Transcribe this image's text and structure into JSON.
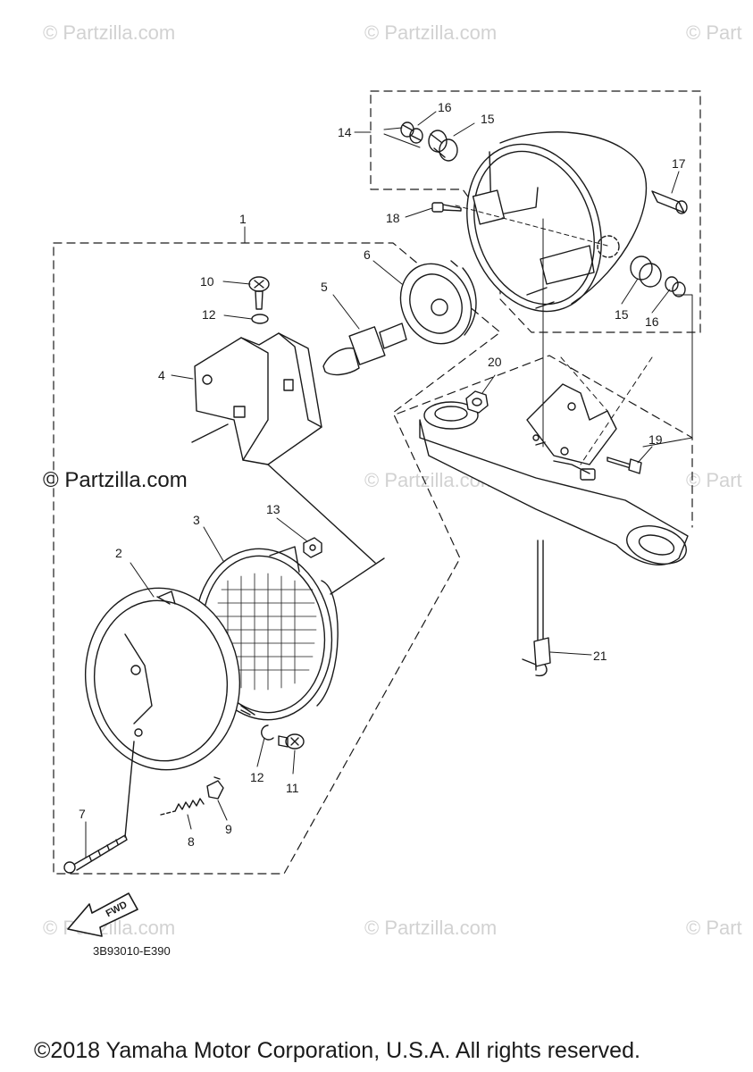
{
  "watermark": {
    "text": "© Partzilla.com",
    "text_partial": "© Part",
    "highlight": "© Partzilla.com"
  },
  "callouts": {
    "c1": "1",
    "c2": "2",
    "c3": "3",
    "c4": "4",
    "c5": "5",
    "c6": "6",
    "c7": "7",
    "c8": "8",
    "c9": "9",
    "c10": "10",
    "c11": "11",
    "c12a": "12",
    "c12b": "12",
    "c13": "13",
    "c14": "14",
    "c15a": "15",
    "c15b": "15",
    "c16a": "16",
    "c16b": "16",
    "c17": "17",
    "c18": "18",
    "c19": "19",
    "c20": "20",
    "c21": "21"
  },
  "fwd_label": "FWD",
  "diagram_code": "3B93010-E390",
  "copyright": "©2018 Yamaha Motor Corporation, U.S.A. All rights reserved."
}
